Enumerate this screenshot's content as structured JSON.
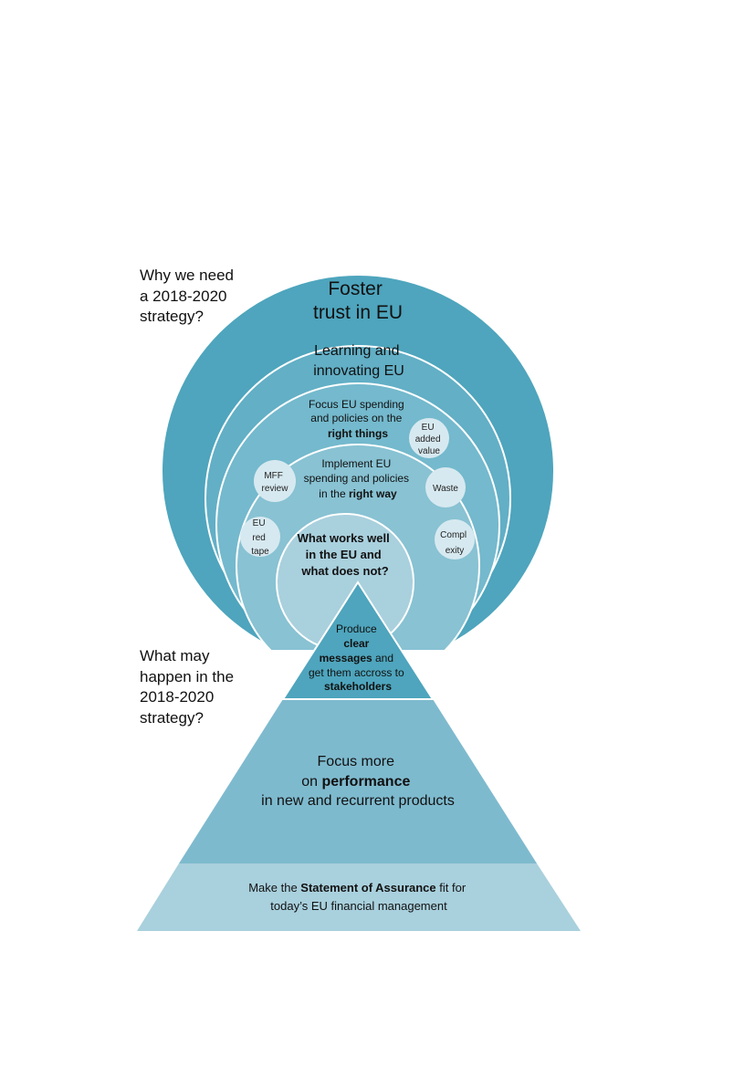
{
  "side_questions": {
    "why": [
      "Why we need",
      "a 2018-2020",
      "strategy?"
    ],
    "what": [
      "What may",
      "happen in the",
      "2018-2020",
      "strategy?"
    ]
  },
  "circles": {
    "outer": {
      "lines": [
        "Foster",
        "trust in EU"
      ]
    },
    "second": {
      "lines": [
        "Learning and",
        "innovating EU"
      ]
    },
    "third": {
      "line1": "Focus EU spending",
      "line2": "and policies on the",
      "line3_bold": "right things"
    },
    "fourth": {
      "line1": "Implement EU",
      "line2": "spending and policies",
      "line3_pre": "in the ",
      "line3_bold": "right way"
    },
    "core": {
      "lines": [
        "What works well",
        "in the EU and",
        "what does not?"
      ]
    }
  },
  "bubbles": {
    "eu_added_value": [
      "EU",
      "added",
      "value"
    ],
    "waste": [
      "Waste"
    ],
    "complexity": [
      "Compl",
      "exity"
    ],
    "mff_review": [
      "MFF",
      "review"
    ],
    "eu_red_tape": [
      "EU",
      "red",
      "tape"
    ]
  },
  "pyramid": {
    "top": {
      "line1": "Produce",
      "line2_bold": "clear",
      "line3_bold": "messages",
      "line3_post": " and",
      "line4": "get them accross to",
      "line5_bold": "stakeholders"
    },
    "middle": {
      "line1": "Focus more",
      "line2_pre": "on ",
      "line2_bold": "performance",
      "line3": "in new and recurrent products"
    },
    "bottom": {
      "line1_pre": "Make the ",
      "line1_bold": "Statement of Assurance",
      "line1_post": " fit for",
      "line2": "today’s EU financial management"
    }
  },
  "colors": {
    "outer": "#4ea5bd",
    "second": "#62afc6",
    "third": "#74b9cd",
    "fourth": "#88c2d3",
    "core": "#a9d0dd",
    "bubble": "#d7e9f0",
    "pyramid_top": "#4ea5bd",
    "pyramid_middle": "#7ebace",
    "pyramid_bottom": "#a9d0dd"
  }
}
